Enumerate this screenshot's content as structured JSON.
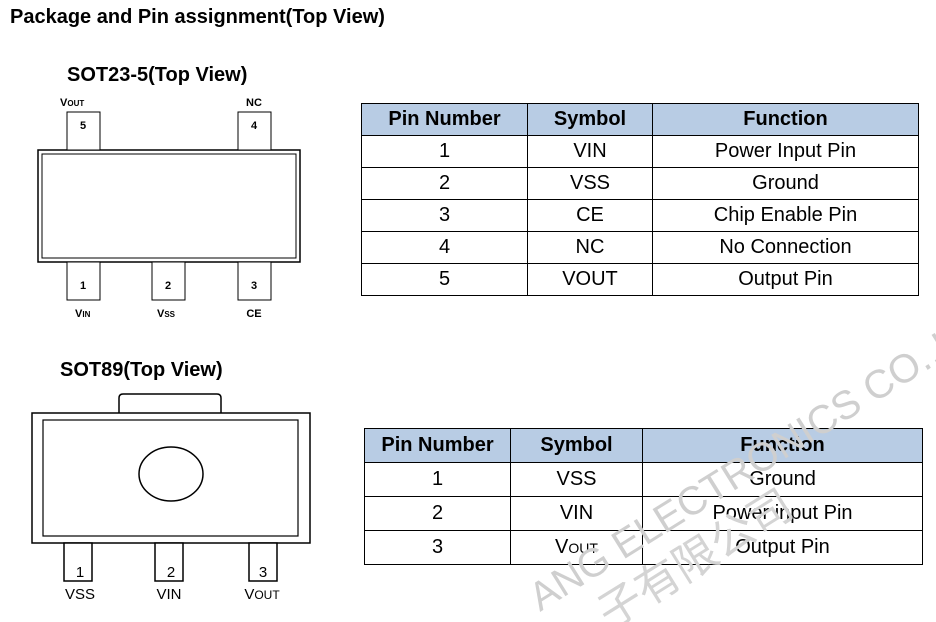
{
  "heading": "Package and Pin assignment(Top View)",
  "sot23": {
    "title": "SOT23-5(Top View)",
    "pins": [
      {
        "num": "1",
        "label_main": "V",
        "label_sub": "IN"
      },
      {
        "num": "2",
        "label_main": "V",
        "label_sub": "SS"
      },
      {
        "num": "3",
        "label_main": "CE",
        "label_sub": ""
      },
      {
        "num": "4",
        "label_main": "NC",
        "label_sub": ""
      },
      {
        "num": "5",
        "label_main": "V",
        "label_sub": "OUT"
      }
    ],
    "table": {
      "headers": [
        "Pin Number",
        "Symbol",
        "Function"
      ],
      "rows": [
        {
          "pin": "1",
          "symbol": "VIN",
          "function": "Power Input Pin"
        },
        {
          "pin": "2",
          "symbol": "VSS",
          "function": "Ground"
        },
        {
          "pin": "3",
          "symbol": "CE",
          "function": "Chip Enable Pin"
        },
        {
          "pin": "4",
          "symbol": "NC",
          "function": "No Connection"
        },
        {
          "pin": "5",
          "symbol": "VOUT",
          "function": "Output Pin"
        }
      ]
    }
  },
  "sot89": {
    "title": "SOT89(Top View)",
    "pins": [
      {
        "num": "1",
        "label": "VSS"
      },
      {
        "num": "2",
        "label": "VIN"
      },
      {
        "num": "3",
        "label_main": "V",
        "label_sub": "OUT"
      }
    ],
    "table": {
      "headers": [
        "Pin Number",
        "Symbol",
        "Function"
      ],
      "rows": [
        {
          "pin": "1",
          "symbol": "VSS",
          "function": "Ground"
        },
        {
          "pin": "2",
          "symbol": "VIN",
          "function": "Power input Pin"
        },
        {
          "pin": "3",
          "symbol_main": "V",
          "symbol_sub": "OUT",
          "function": "Output Pin"
        }
      ]
    }
  },
  "watermark": {
    "line1": "ANG ELECTRONICS CO.,LTD",
    "line2": "子有限公司",
    "color": "#c8c8c8"
  }
}
